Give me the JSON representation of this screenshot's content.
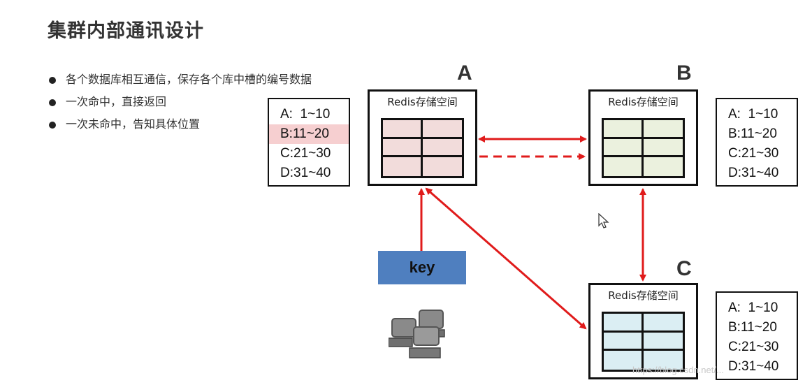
{
  "slide": {
    "title": "集群内部通讯设计",
    "bullets": [
      "各个数据库相互通信，保存各个库中槽的编号数据",
      "一次命中，直接返回",
      "一次未命中，告知具体位置"
    ]
  },
  "nodes": [
    {
      "id": "A",
      "label": "A",
      "title": "Redis存储空间",
      "fill": "#f2dcdb"
    },
    {
      "id": "B",
      "label": "B",
      "title": "Redis存储空间",
      "fill": "#ebf1de"
    },
    {
      "id": "C",
      "label": "C",
      "title": "Redis存储空间",
      "fill": "#dbeef3"
    }
  ],
  "slot_tables": [
    {
      "id": "A",
      "rows": [
        "A:  1~10",
        "B:11~20",
        "C:21~30",
        "D:31~40"
      ],
      "highlight_row": 1
    },
    {
      "id": "B",
      "rows": [
        "A:  1~10",
        "B:11~20",
        "C:21~30",
        "D:31~40"
      ]
    },
    {
      "id": "C",
      "rows": [
        "A:  1~10",
        "B:11~20",
        "C:21~30",
        "D:31~40"
      ]
    }
  ],
  "key": {
    "label": "key",
    "color": "#4f7fbf"
  },
  "colors": {
    "arrow": "#e01b1b",
    "highlight": "#f6cfd0"
  },
  "icons": {
    "client": "computer-cluster-icon",
    "cursor": "mouse-cursor-icon"
  },
  "watermark": "https://blog.csdn.net/..."
}
